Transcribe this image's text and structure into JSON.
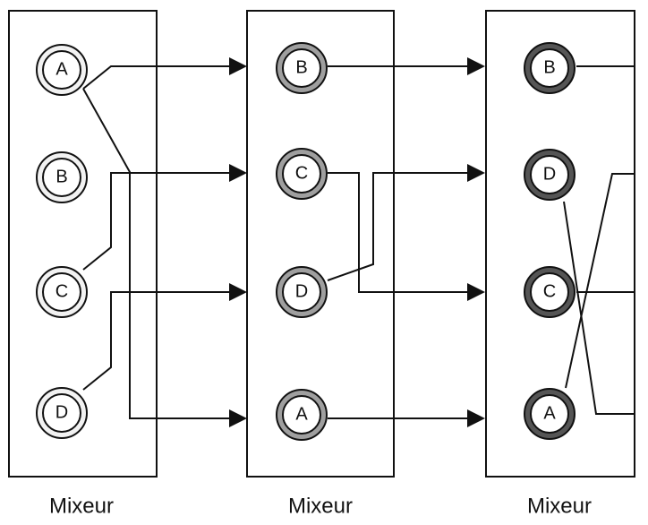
{
  "diagram": {
    "mixers": [
      {
        "label": "Mixeur",
        "nodes": [
          "A",
          "B",
          "C",
          "D"
        ]
      },
      {
        "label": "Mixeur",
        "nodes": [
          "B",
          "C",
          "D",
          "A"
        ]
      },
      {
        "label": "Mixeur",
        "nodes": [
          "B",
          "D",
          "C",
          "A"
        ]
      }
    ],
    "colors": {
      "line": "#111111",
      "box_fill": "#ffffff",
      "node_ring_stage_1": "#f2f2f2",
      "node_ring_stage_2": "#9f9f9f",
      "node_ring_stage_3": "#555555"
    }
  }
}
